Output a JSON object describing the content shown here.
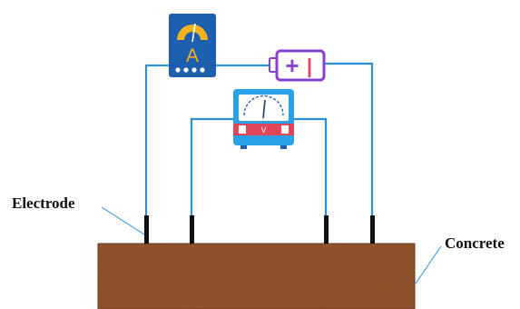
{
  "labels": {
    "electrode": "Electrode",
    "concrete": "Concrete"
  },
  "ammeter": {
    "symbol": "A",
    "icon": "ammeter-icon"
  },
  "voltmeter": {
    "symbol": "V",
    "icon": "voltmeter-icon"
  },
  "battery": {
    "positive": "+",
    "negative": "|",
    "icon": "battery-icon"
  },
  "colors": {
    "wire": "#2a8fd6",
    "electrode": "#111111",
    "concrete": "#8a4a26",
    "ammeter_body": "#1f5fb0",
    "ammeter_accent": "#f6b21c",
    "battery": "#8a3fcf",
    "voltmeter_body": "#2aa1e6",
    "voltmeter_band": "#e0455a"
  }
}
